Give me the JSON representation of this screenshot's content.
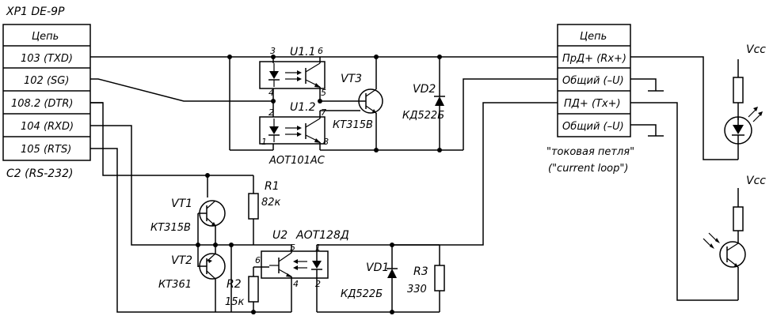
{
  "connector_left": {
    "designator": "XP1  DE-9P",
    "header": "Цепь",
    "pins": [
      "103 (TXD)",
      "102 (SG)",
      "108.2 (DTR)",
      "104 (RXD)",
      "105 (RTS)"
    ],
    "label": "C2 (RS-232)"
  },
  "connector_right": {
    "header": "Цепь",
    "pins": [
      "ПрД+ (Rx+)",
      "Общий (–U)",
      "ПД+ (Tx+)",
      "Общий (–U)"
    ],
    "caption_line1": "\"токовая петля\"",
    "caption_line2": "(\"current loop\")"
  },
  "components": {
    "u1_1": "U1.1",
    "u1_2": "U1.2",
    "u1_part": "АОТ101АС",
    "u1_pins": [
      "3",
      "4",
      "6",
      "5",
      "2",
      "1",
      "7",
      "8"
    ],
    "vt3_name": "VT3",
    "vt3_part": "КТ315В",
    "vd2_name": "VD2",
    "vd2_part": "КД522Б",
    "vt1_name": "VT1",
    "vt1_part": "КТ315В",
    "vt2_name": "VT2",
    "vt2_part": "КТ361",
    "r1_name": "R1",
    "r1_value": "82к",
    "r2_name": "R2",
    "r2_value": "15к",
    "u2_name": "U2",
    "u2_part": "АОТ128Д",
    "u2_pins": [
      "5",
      "1",
      "6",
      "4",
      "2"
    ],
    "vd1_name": "VD1",
    "vd1_part": "КД522Б",
    "r3_name": "R3",
    "r3_value": "330",
    "vcc_top": "Vcc",
    "vcc_bottom": "Vcc"
  }
}
